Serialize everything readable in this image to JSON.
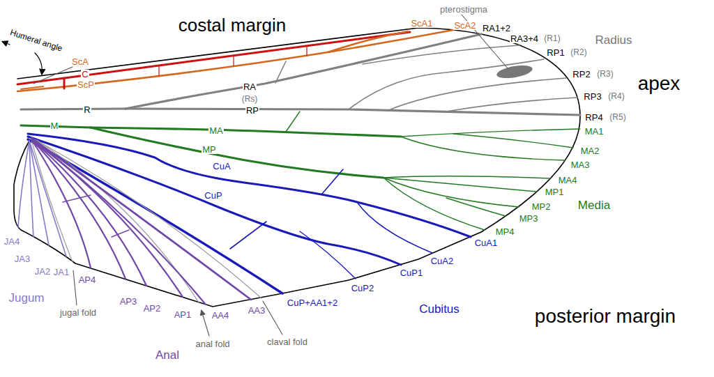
{
  "diagram": {
    "labels": [
      "costal margin",
      "Humeral angle",
      "ScA",
      "C",
      "ScP",
      "ScA1",
      "ScA2",
      "pterostigma",
      "RA1+2",
      "RA3+4",
      "(R1)",
      "Radius",
      "RP1",
      "(R2)",
      "RP2",
      "(R3)",
      "RP3",
      "(R4)",
      "RP4",
      "(R5)",
      "apex",
      "RA",
      "(Rs)",
      "R",
      "RP",
      "M",
      "MA",
      "MP",
      "MA1",
      "MA2",
      "MA3",
      "MA4",
      "MP1",
      "MP2",
      "MP3",
      "Media",
      "MP4",
      "CuA",
      "CuP",
      "CuA1",
      "CuA2",
      "CuP1",
      "CuP2",
      "CuP+AA1+2",
      "Cubitus",
      "posterior margin",
      "JA4",
      "JA3",
      "JA2",
      "JA1",
      "AP4",
      "AP3",
      "AP2",
      "AP1",
      "AA4",
      "AA3",
      "Jugum",
      "jugal fold",
      "anal fold",
      "claval fold",
      "Anal"
    ]
  }
}
